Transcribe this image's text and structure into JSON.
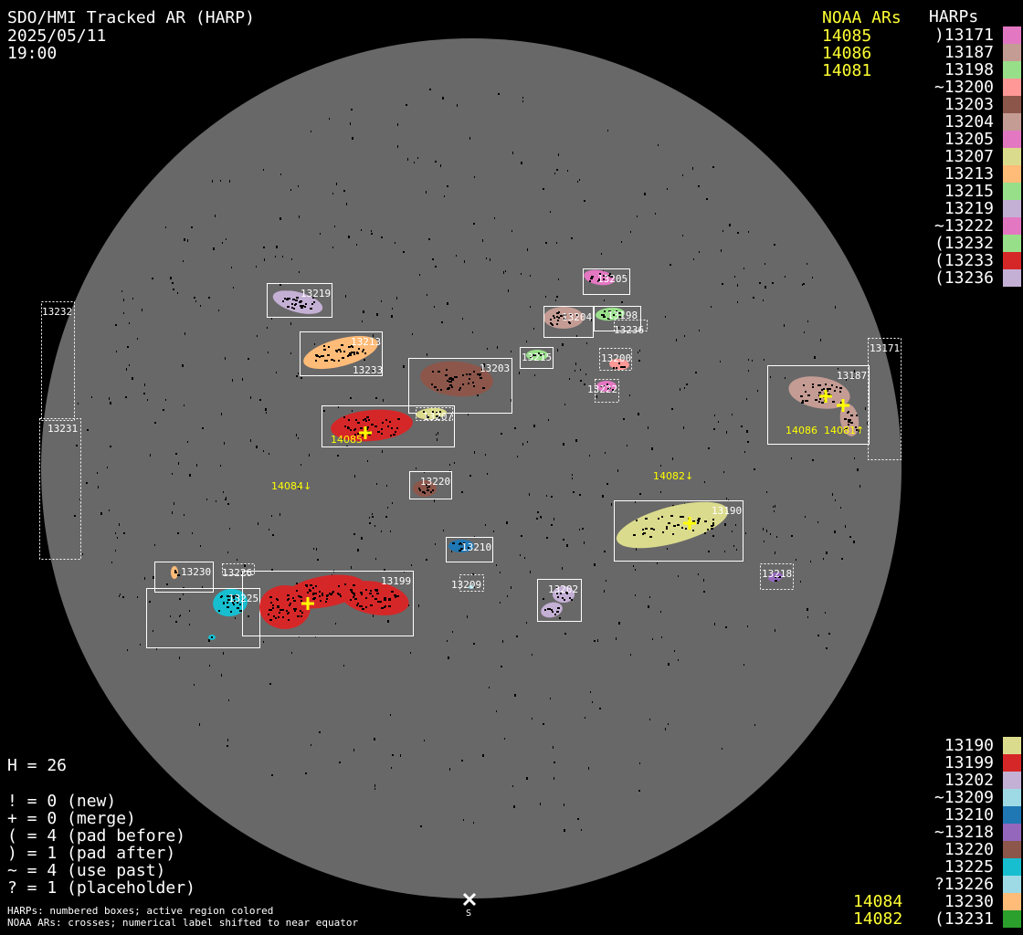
{
  "header": {
    "title": "SDO/HMI Tracked AR (HARP)",
    "date": "2025/05/11",
    "time": "19:00"
  },
  "noaa_top": {
    "heading": "NOAA ARs",
    "items": [
      "14085",
      "14086",
      "14081"
    ]
  },
  "noaa_bottom": {
    "items": [
      "14084",
      "14082"
    ]
  },
  "harps_top": {
    "heading": "HARPs",
    "items": [
      {
        "label": ")13171",
        "color": "#e377c2"
      },
      {
        "label": "13187",
        "color": "#c49c94"
      },
      {
        "label": "13198",
        "color": "#98df8a"
      },
      {
        "label": "~13200",
        "color": "#ff9896"
      },
      {
        "label": "13203",
        "color": "#8c564b"
      },
      {
        "label": "13204",
        "color": "#c49c94"
      },
      {
        "label": "13205",
        "color": "#e377c2"
      },
      {
        "label": "13207",
        "color": "#dbdb8d"
      },
      {
        "label": "13213",
        "color": "#ffbb78"
      },
      {
        "label": "13215",
        "color": "#98df8a"
      },
      {
        "label": "13219",
        "color": "#c5b0d5"
      },
      {
        "label": "~13222",
        "color": "#e377c2"
      },
      {
        "label": "(13232",
        "color": "#98df8a"
      },
      {
        "label": "(13233",
        "color": "#d62728"
      },
      {
        "label": "(13236",
        "color": "#c5b0d5"
      }
    ]
  },
  "harps_bottom": {
    "items": [
      {
        "label": "13190",
        "color": "#dbdb8d"
      },
      {
        "label": "13199",
        "color": "#d62728"
      },
      {
        "label": "13202",
        "color": "#c5b0d5"
      },
      {
        "label": "~13209",
        "color": "#9edae5"
      },
      {
        "label": "13210",
        "color": "#1f77b4"
      },
      {
        "label": "~13218",
        "color": "#9467bd"
      },
      {
        "label": "13220",
        "color": "#8c564b"
      },
      {
        "label": "13225",
        "color": "#17becf"
      },
      {
        "label": "?13226",
        "color": "#9edae5"
      },
      {
        "label": "13230",
        "color": "#ffbb78"
      },
      {
        "label": "(13231",
        "color": "#2ca02c"
      }
    ]
  },
  "stats": {
    "h": "H = 26",
    "lines": [
      "! = 0 (new)",
      "+ = 0 (merge)",
      "( = 4 (pad before)",
      ") = 1 (pad after)",
      "~ = 4 (use past)",
      "? = 1 (placeholder)"
    ]
  },
  "footer": {
    "line1": "HARPs: numbered boxes; active region colored",
    "line2": "NOAA ARs: crosses; numerical label shifted to near equator"
  },
  "disk": {
    "background": "#686868",
    "south_label": "S",
    "regions": [
      {
        "id": "13219",
        "color": "#c5b0d5"
      },
      {
        "id": "13213",
        "color": "#ffbb78"
      },
      {
        "id": "13233",
        "color": "#d62728"
      },
      {
        "id": "13203",
        "color": "#8c564b"
      },
      {
        "id": "13207",
        "color": "#dbdb8d"
      },
      {
        "id": "13215",
        "color": "#98df8a"
      },
      {
        "id": "13205",
        "color": "#e377c2"
      },
      {
        "id": "13204",
        "color": "#c49c94"
      },
      {
        "id": "13198",
        "color": "#98df8a"
      },
      {
        "id": "13236",
        "color": "#c5b0d5"
      },
      {
        "id": "13200",
        "color": "#ff9896"
      },
      {
        "id": "13222",
        "color": "#e377c2"
      },
      {
        "id": "13187",
        "color": "#c49c94"
      },
      {
        "id": "13171",
        "color": "#e377c2"
      },
      {
        "id": "13232",
        "color": "#98df8a"
      },
      {
        "id": "13231",
        "color": "#2ca02c"
      },
      {
        "id": "13220",
        "color": "#8c564b"
      },
      {
        "id": "13190",
        "color": "#dbdb8d"
      },
      {
        "id": "13210",
        "color": "#1f77b4"
      },
      {
        "id": "13209",
        "color": "#9edae5"
      },
      {
        "id": "13202",
        "color": "#c5b0d5"
      },
      {
        "id": "13218",
        "color": "#9467bd"
      },
      {
        "id": "13230",
        "color": "#ffbb78"
      },
      {
        "id": "13226",
        "color": "#9edae5"
      },
      {
        "id": "13225",
        "color": "#17becf"
      },
      {
        "id": "13199",
        "color": "#d62728"
      }
    ],
    "noaa_labels": [
      {
        "id": "14085",
        "text": "14085"
      },
      {
        "id": "14086",
        "text": "14086"
      },
      {
        "id": "14081",
        "text": "14081↑"
      },
      {
        "id": "14084",
        "text": "14084↓"
      },
      {
        "id": "14082",
        "text": "14082↓"
      }
    ]
  }
}
